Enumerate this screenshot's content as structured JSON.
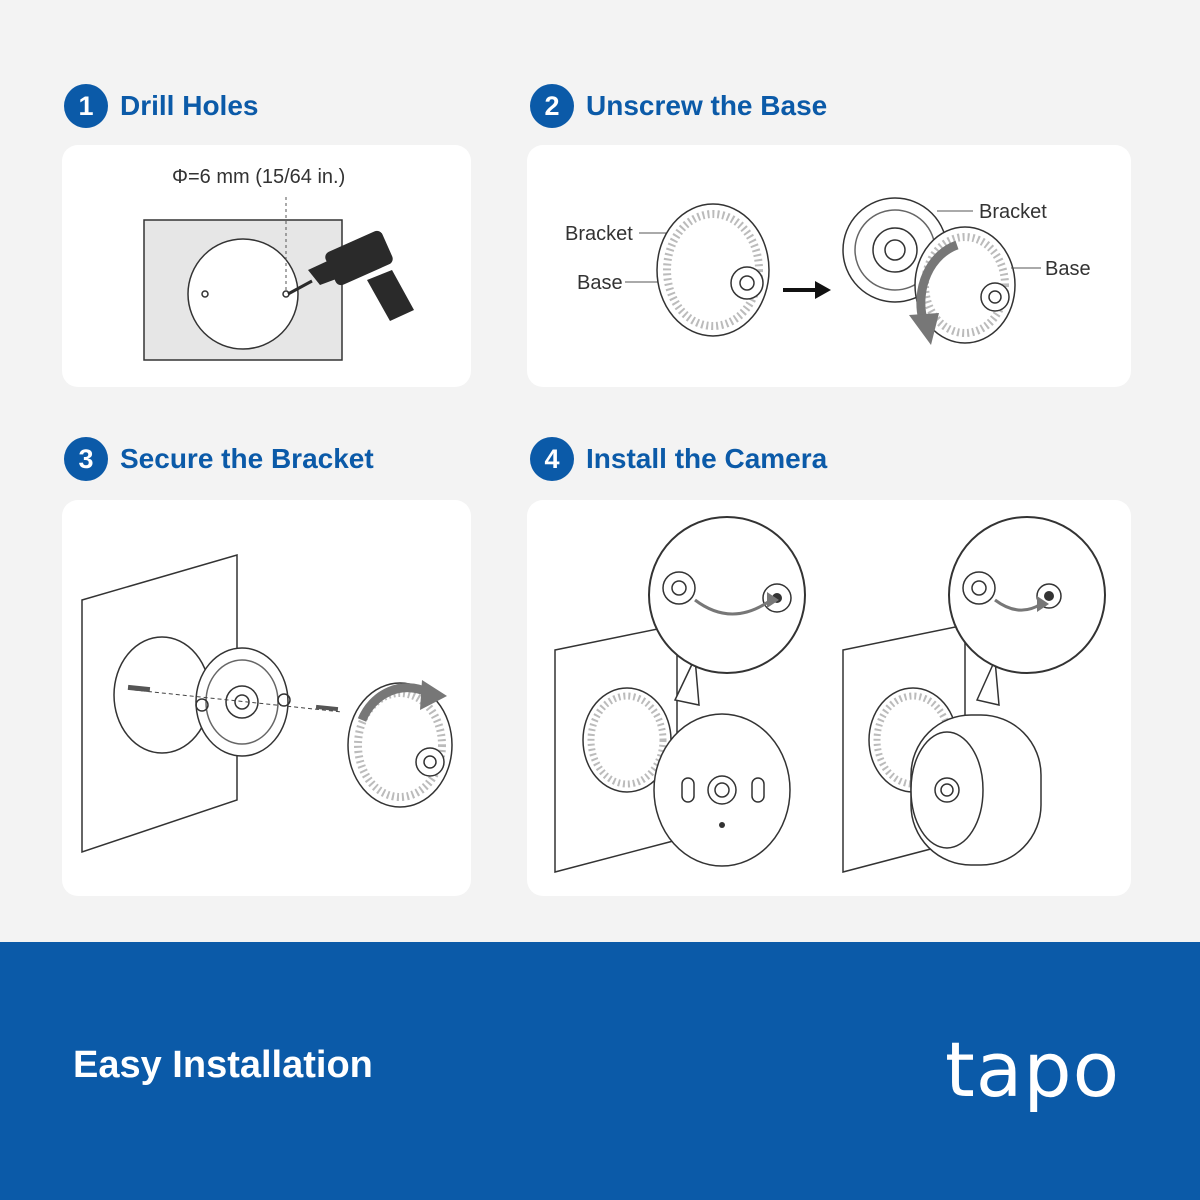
{
  "steps": [
    {
      "number": "1",
      "title": "Drill Holes"
    },
    {
      "number": "2",
      "title": "Unscrew the Base"
    },
    {
      "number": "3",
      "title": "Secure the Bracket"
    },
    {
      "number": "4",
      "title": "Install the Camera"
    }
  ],
  "step1": {
    "dimension": "Φ=6 mm (15/64 in.)"
  },
  "step2": {
    "bracket_label_left": "Bracket",
    "base_label_left": "Base",
    "bracket_label_right": "Bracket",
    "base_label_right": "Base"
  },
  "footer": {
    "title": "Easy Installation",
    "logo": "tapo",
    "background": "#0b5aa8"
  },
  "colors": {
    "accent": "#0b5aa8",
    "card": "#ffffff",
    "page": "#f3f3f3"
  }
}
